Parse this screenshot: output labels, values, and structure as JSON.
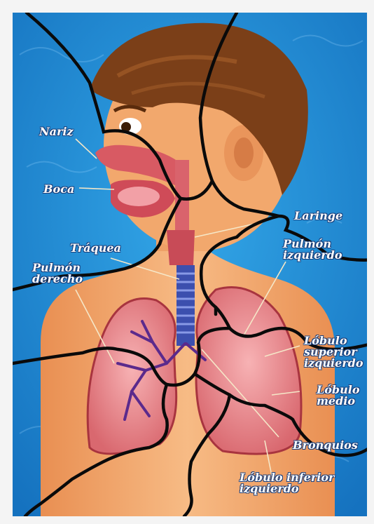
{
  "labels": {
    "nariz": "Nariz",
    "boca": "Boca",
    "laringe": "Laringe",
    "traquea": "Tráquea",
    "pulmon_derecho_1": "Pulmón",
    "pulmon_derecho_2": "derecho",
    "pulmon_izquierdo_1": "Pulmón",
    "pulmon_izquierdo_2": "izquierdo",
    "lobulo_sup_1": "Lóbulo",
    "lobulo_sup_2": "superior",
    "lobulo_sup_3": "izquierdo",
    "lobulo_medio_1": "Lóbulo",
    "lobulo_medio_2": "medio",
    "bronquios": "Bronquios",
    "lobulo_inf_1": "Lóbulo inferior",
    "lobulo_inf_2": "izquierdo"
  },
  "colors": {
    "background": "#1d8fd6",
    "skin": "#f0a86a",
    "hair": "#7a3e16",
    "lung": "#e58a8f",
    "trachea": "#3e4fb0",
    "puzzle_lines": "#0a0a0a"
  }
}
